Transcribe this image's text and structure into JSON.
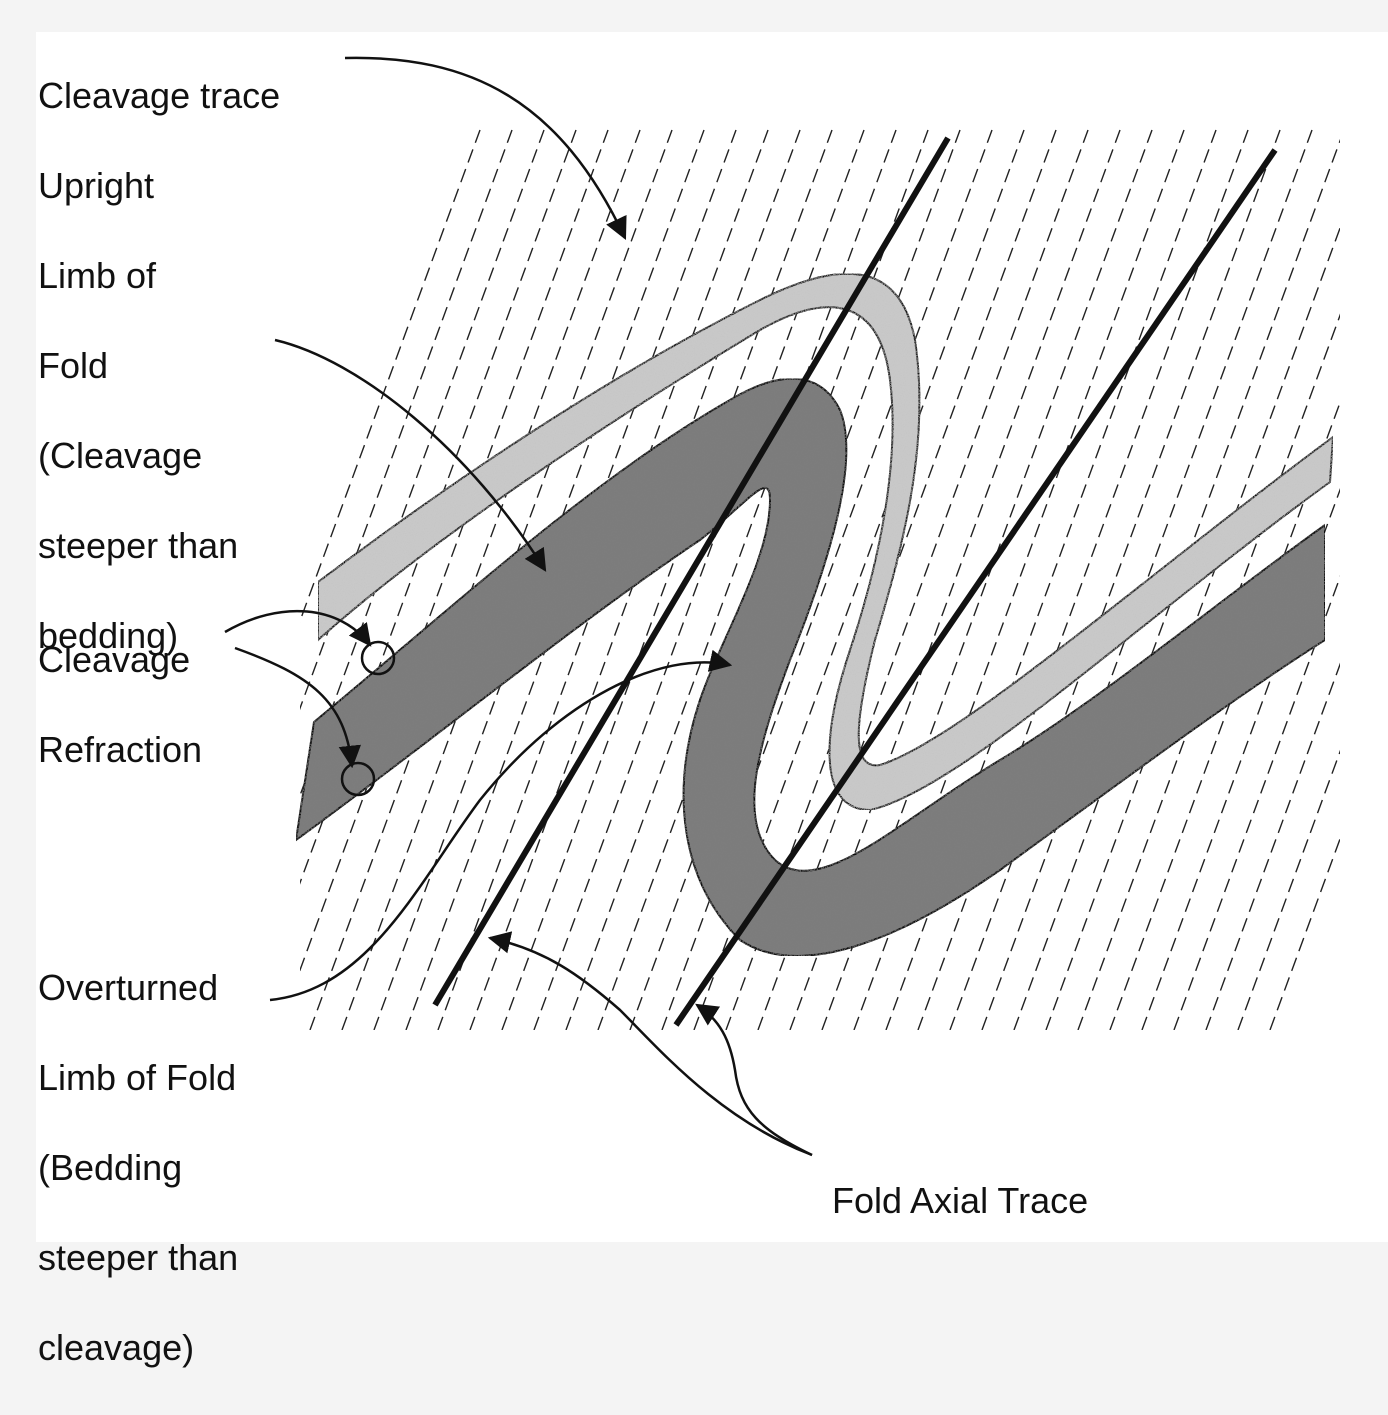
{
  "labels": {
    "cleavage_trace": "Cleavage trace",
    "upright_limb": [
      "Upright",
      "Limb of",
      "Fold",
      "(Cleavage",
      "steeper than",
      "bedding)"
    ],
    "cleavage_refraction": [
      "Cleavage",
      "Refraction"
    ],
    "overturned_limb": [
      "Overturned",
      "Limb of Fold",
      "(Bedding",
      "steeper than",
      "cleavage)"
    ],
    "fold_axial_trace": "Fold Axial Trace"
  },
  "colors": {
    "ink": "#111111",
    "light_bed": "#c9c9c9",
    "dark_bed": "#7d7d7d",
    "background": "#ffffff",
    "frame": "#f4f4f4"
  },
  "icons": {
    "refraction_markers": "circle-outline",
    "arrowheads": "filled-triangle"
  }
}
